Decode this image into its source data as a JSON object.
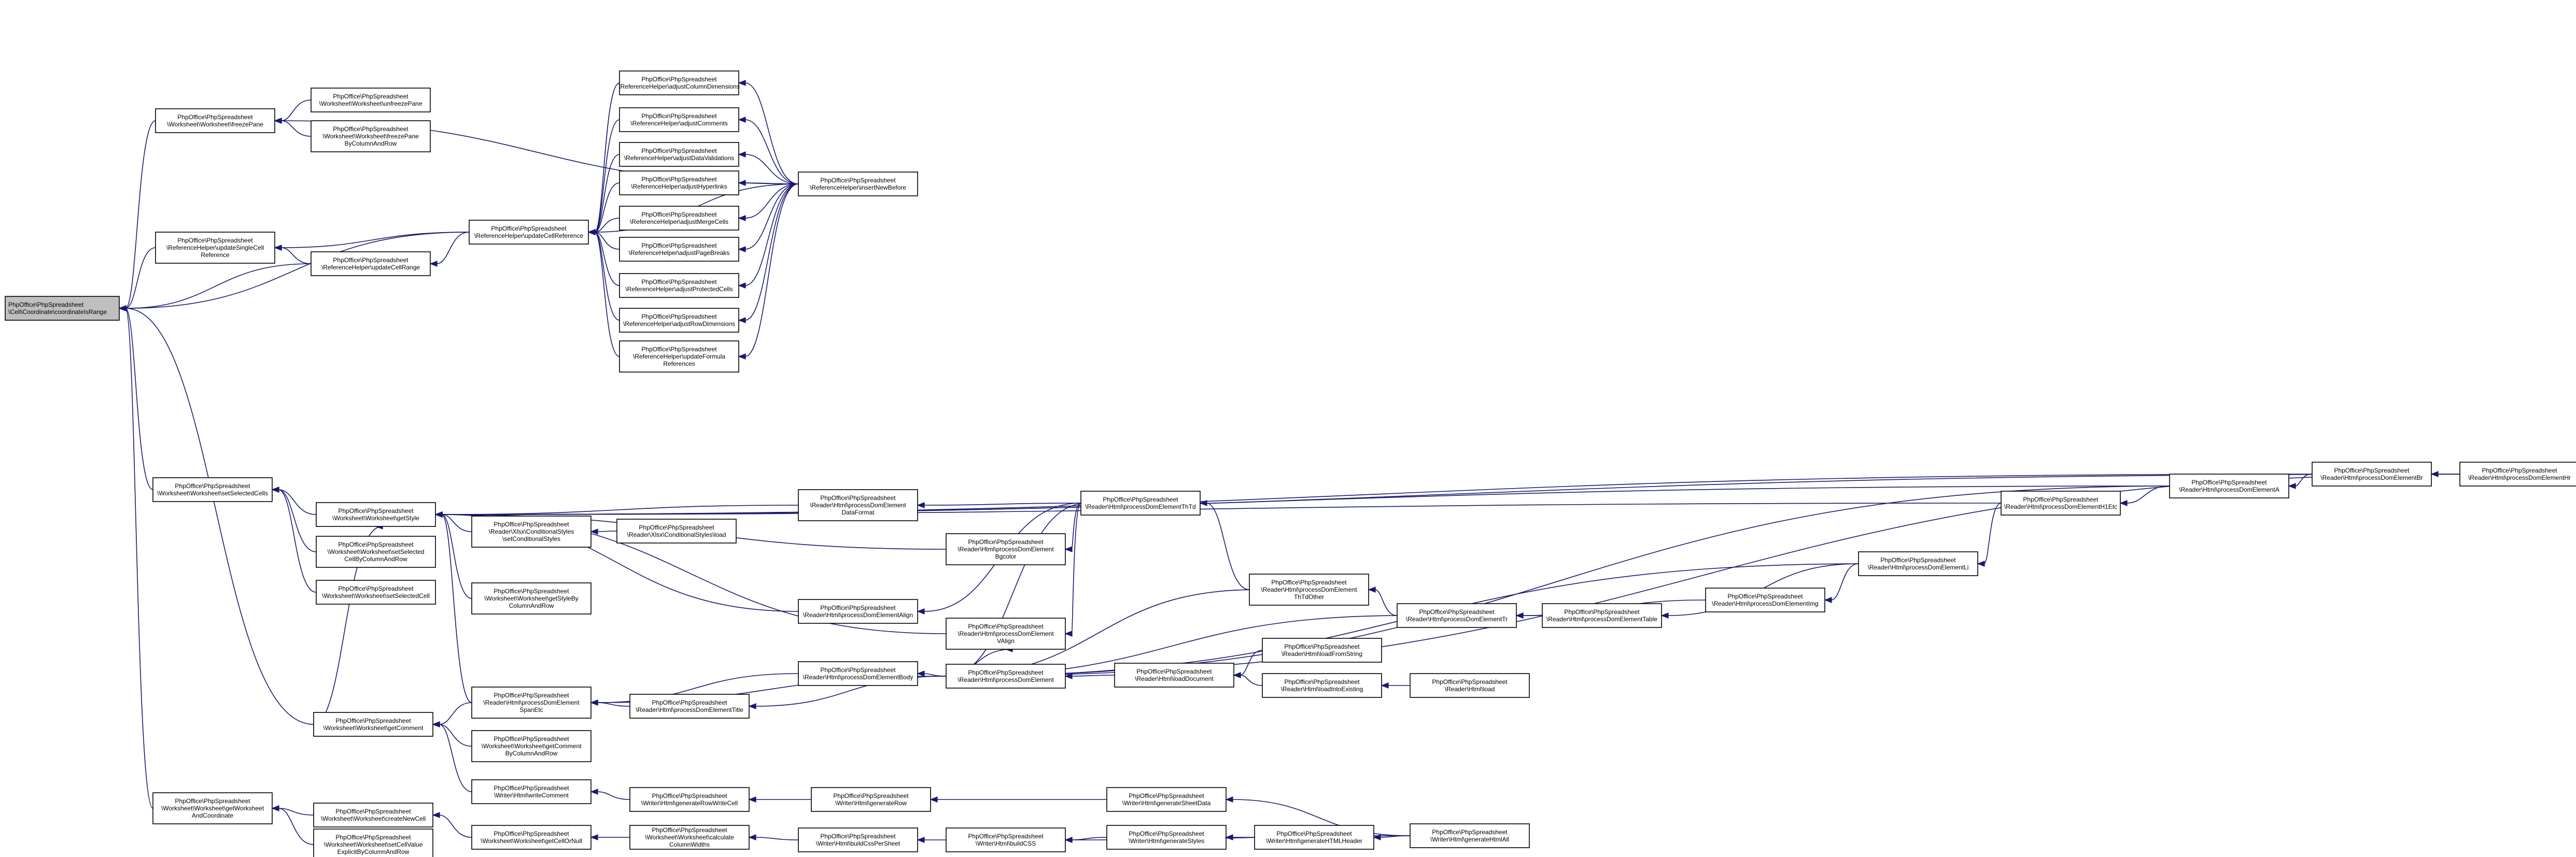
{
  "colors": {
    "edge": "#191970",
    "node_border": "#000000",
    "root_fill": "#bfbfbf",
    "node_fill": "#ffffff"
  },
  "nodes": {
    "root": {
      "lines": [
        "PhpOffice\\PhpSpreadsheet",
        "\\Cell\\Coordinate\\coordinateIsRange"
      ]
    },
    "freeze": {
      "lines": [
        "PhpOffice\\PhpSpreadsheet",
        "\\Worksheet\\Worksheet\\freezePane"
      ]
    },
    "unfreeze": {
      "lines": [
        "PhpOffice\\PhpSpreadsheet",
        "\\Worksheet\\Worksheet\\unfreezePane"
      ]
    },
    "freezeCR": {
      "lines": [
        "PhpOffice\\PhpSpreadsheet",
        "\\Worksheet\\Worksheet\\freezePane",
        "ByColumnAndRow"
      ]
    },
    "updSingle": {
      "lines": [
        "PhpOffice\\PhpSpreadsheet",
        "\\ReferenceHelper\\updateSingleCell",
        "Reference"
      ]
    },
    "updRange": {
      "lines": [
        "PhpOffice\\PhpSpreadsheet",
        "\\ReferenceHelper\\updateCellRange"
      ]
    },
    "updCellRef": {
      "lines": [
        "PhpOffice\\PhpSpreadsheet",
        "\\ReferenceHelper\\updateCellReference"
      ]
    },
    "adjColDim": {
      "lines": [
        "PhpOffice\\PhpSpreadsheet",
        "\\ReferenceHelper\\adjustColumnDimensions"
      ]
    },
    "adjComm": {
      "lines": [
        "PhpOffice\\PhpSpreadsheet",
        "\\ReferenceHelper\\adjustComments"
      ]
    },
    "adjDV": {
      "lines": [
        "PhpOffice\\PhpSpreadsheet",
        "\\ReferenceHelper\\adjustDataValidations"
      ]
    },
    "adjHyp": {
      "lines": [
        "PhpOffice\\PhpSpreadsheet",
        "\\ReferenceHelper\\adjustHyperlinks"
      ]
    },
    "adjMerge": {
      "lines": [
        "PhpOffice\\PhpSpreadsheet",
        "\\ReferenceHelper\\adjustMergeCells"
      ]
    },
    "adjPB": {
      "lines": [
        "PhpOffice\\PhpSpreadsheet",
        "\\ReferenceHelper\\adjustPageBreaks"
      ]
    },
    "adjProt": {
      "lines": [
        "PhpOffice\\PhpSpreadsheet",
        "\\ReferenceHelper\\adjustProtectedCells"
      ]
    },
    "adjRowDim": {
      "lines": [
        "PhpOffice\\PhpSpreadsheet",
        "\\ReferenceHelper\\adjustRowDimensions"
      ]
    },
    "updForm": {
      "lines": [
        "PhpOffice\\PhpSpreadsheet",
        "\\ReferenceHelper\\updateFormula",
        "References"
      ]
    },
    "insNew": {
      "lines": [
        "PhpOffice\\PhpSpreadsheet",
        "\\ReferenceHelper\\insertNewBefore"
      ]
    },
    "setSel": {
      "lines": [
        "PhpOffice\\PhpSpreadsheet",
        "\\Worksheet\\Worksheet\\setSelectedCells"
      ]
    },
    "getStyle": {
      "lines": [
        "PhpOffice\\PhpSpreadsheet",
        "\\Worksheet\\Worksheet\\getStyle"
      ]
    },
    "setSelCR": {
      "lines": [
        "PhpOffice\\PhpSpreadsheet",
        "\\Worksheet\\Worksheet\\setSelected",
        "CellByColumnAndRow"
      ]
    },
    "setSelCell": {
      "lines": [
        "PhpOffice\\PhpSpreadsheet",
        "\\Worksheet\\Worksheet\\setSelectedCell"
      ]
    },
    "condStyles": {
      "lines": [
        "PhpOffice\\PhpSpreadsheet",
        "\\Reader\\Xlsx\\ConditionalStyles",
        "\\setConditionalStyles"
      ]
    },
    "condLoad": {
      "lines": [
        "PhpOffice\\PhpSpreadsheet",
        "\\Reader\\Xlsx\\ConditionalStyles\\load"
      ]
    },
    "styleByCR": {
      "lines": [
        "PhpOffice\\PhpSpreadsheet",
        "\\Worksheet\\Worksheet\\getStyleBy",
        "ColumnAndRow"
      ]
    },
    "dataFmt": {
      "lines": [
        "PhpOffice\\PhpSpreadsheet",
        "\\Reader\\Html\\processDomElement",
        "DataFormat"
      ]
    },
    "bgcolor": {
      "lines": [
        "PhpOffice\\PhpSpreadsheet",
        "\\Reader\\Html\\processDomElement",
        "Bgcolor"
      ]
    },
    "thTd": {
      "lines": [
        "PhpOffice\\PhpSpreadsheet",
        "\\Reader\\Html\\processDomElementThTd"
      ]
    },
    "align": {
      "lines": [
        "PhpOffice\\PhpSpreadsheet",
        "\\Reader\\Html\\processDomElementAlign"
      ]
    },
    "valign": {
      "lines": [
        "PhpOffice\\PhpSpreadsheet",
        "\\Reader\\Html\\processDomElement",
        "VAlign"
      ]
    },
    "thTdOther": {
      "lines": [
        "PhpOffice\\PhpSpreadsheet",
        "\\Reader\\Html\\processDomElement",
        "ThTdOther"
      ]
    },
    "tr": {
      "lines": [
        "PhpOffice\\PhpSpreadsheet",
        "\\Reader\\Html\\processDomElementTr"
      ]
    },
    "table": {
      "lines": [
        "PhpOffice\\PhpSpreadsheet",
        "\\Reader\\Html\\processDomElementTable"
      ]
    },
    "olul": {
      "lines": [
        "PhpOffice\\PhpSpreadsheet",
        "\\Reader\\Html\\processDomElementLi"
      ]
    },
    "h1": {
      "lines": [
        "PhpOffice\\PhpSpreadsheet",
        "\\Reader\\Html\\processDomElementH1Etc"
      ]
    },
    "elA": {
      "lines": [
        "PhpOffice\\PhpSpreadsheet",
        "\\Reader\\Html\\processDomElementA"
      ]
    },
    "elBr": {
      "lines": [
        "PhpOffice\\PhpSpreadsheet",
        "\\Reader\\Html\\processDomElementBr"
      ]
    },
    "elHr": {
      "lines": [
        "PhpOffice\\PhpSpreadsheet",
        "\\Reader\\Html\\processDomElementHr"
      ]
    },
    "elStr": {
      "lines": [
        "PhpOffice\\PhpSpreadsheet",
        "\\Reader\\Html\\processDomElementImg"
      ]
    },
    "body": {
      "lines": [
        "PhpOffice\\PhpSpreadsheet",
        "\\Reader\\Html\\processDomElementBody"
      ]
    },
    "domEl": {
      "lines": [
        "PhpOffice\\PhpSpreadsheet",
        "\\Reader\\Html\\processDomElement"
      ]
    },
    "loadDoc": {
      "lines": [
        "PhpOffice\\PhpSpreadsheet",
        "\\Reader\\Html\\loadDocument"
      ]
    },
    "loadStr": {
      "lines": [
        "PhpOffice\\PhpSpreadsheet",
        "\\Reader\\Html\\loadFromString"
      ]
    },
    "loadExist": {
      "lines": [
        "PhpOffice\\PhpSpreadsheet",
        "\\Reader\\Html\\loadIntoExisting"
      ]
    },
    "load": {
      "lines": [
        "PhpOffice\\PhpSpreadsheet",
        "\\Reader\\Html\\load"
      ]
    },
    "spanEtc": {
      "lines": [
        "PhpOffice\\PhpSpreadsheet",
        "\\Reader\\Html\\processDomElement",
        "SpanEtc"
      ]
    },
    "title": {
      "lines": [
        "PhpOffice\\PhpSpreadsheet",
        "\\Reader\\Html\\processDomElementTitle"
      ]
    },
    "getComm": {
      "lines": [
        "PhpOffice\\PhpSpreadsheet",
        "\\Worksheet\\Worksheet\\getComment"
      ]
    },
    "getCommCR": {
      "lines": [
        "PhpOffice\\PhpSpreadsheet",
        "\\Worksheet\\Worksheet\\getComment",
        "ByColumnAndRow"
      ]
    },
    "writeComm": {
      "lines": [
        "PhpOffice\\PhpSpreadsheet",
        "\\Writer\\Html\\writeComment"
      ]
    },
    "rowWrite": {
      "lines": [
        "PhpOffice\\PhpSpreadsheet",
        "\\Writer\\Html\\generateRowWriteCell"
      ]
    },
    "genRow": {
      "lines": [
        "PhpOffice\\PhpSpreadsheet",
        "\\Writer\\Html\\generateRow"
      ]
    },
    "sheetData": {
      "lines": [
        "PhpOffice\\PhpSpreadsheet",
        "\\Writer\\Html\\generateSheetData"
      ]
    },
    "genAll": {
      "lines": [
        "PhpOffice\\PhpSpreadsheet",
        "\\Writer\\Html\\generateHtmlAll"
      ]
    },
    "getWsCoord": {
      "lines": [
        "PhpOffice\\PhpSpreadsheet",
        "\\Worksheet\\Worksheet\\getWorksheet",
        "AndCoordinate"
      ]
    },
    "createNew": {
      "lines": [
        "PhpOffice\\PhpSpreadsheet",
        "\\Worksheet\\Worksheet\\createNewCell"
      ]
    },
    "setExplicit": {
      "lines": [
        "PhpOffice\\PhpSpreadsheet",
        "\\Worksheet\\Worksheet\\setCellValue",
        "ExplicitByColumnAndRow"
      ]
    },
    "getOrNull": {
      "lines": [
        "PhpOffice\\PhpSpreadsheet",
        "\\Worksheet\\Worksheet\\getCellOrNull"
      ]
    },
    "calcCol": {
      "lines": [
        "PhpOffice\\PhpSpreadsheet",
        "\\Worksheet\\Worksheet\\calculate",
        "ColumnWidths"
      ]
    },
    "buildPer": {
      "lines": [
        "PhpOffice\\PhpSpreadsheet",
        "\\Writer\\Html\\buildCssPerSheet"
      ]
    },
    "buildCss": {
      "lines": [
        "PhpOffice\\PhpSpreadsheet",
        "\\Writer\\Html\\buildCSS"
      ]
    },
    "genStyles": {
      "lines": [
        "PhpOffice\\PhpSpreadsheet",
        "\\Writer\\Html\\generateStyles"
      ]
    },
    "genHeader": {
      "lines": [
        "PhpOffice\\PhpSpreadsheet",
        "\\Writer\\Html\\generateHTMLHeader"
      ]
    }
  }
}
